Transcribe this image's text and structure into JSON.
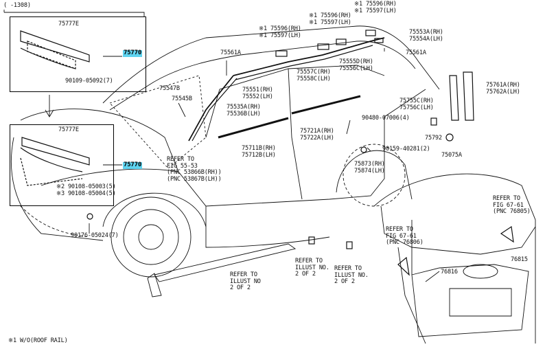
{
  "header": {
    "range": "( -1308)"
  },
  "footnote": "※1 W/O(ROOF RAIL)",
  "parts": {
    "p75777E_top": "75777E",
    "p75770_top": "75770",
    "p90109_05092": "90109-05092(7)",
    "p75777E_bot": "75777E",
    "p75770_bot": "75770",
    "p90108_05003": "※2 90108-05003(5)",
    "p90108_05004": "※3 90108-05004(5)",
    "p90176": "90176-05024(7)",
    "p75596_top": "※1 75596(RH)\n※1 75597(LH)",
    "p75596_mid": "※1 75596(RH)\n※1 75597(LH)",
    "p75596_left": "※1 75596(RH)\n※1 75597(LH)",
    "p75553A": "75553A(RH)\n75554A(LH)",
    "p75561A_left": "75561A",
    "p75561A_right": "75561A",
    "p75555D": "75555D(RH)\n75556C(LH)",
    "p75557C": "75557C(RH)\n75558C(LH)",
    "p75551": "75551(RH)\n75552(LH)",
    "p75547B": "75547B",
    "p75545B": "75545B",
    "p75535A": "75535A(RH)\n75536B(LH)",
    "p75761A": "75761A(RH)\n75762A(LH)",
    "p75755C": "75755C(RH)\n75756C(LH)",
    "p90480": "90480-07006(4)",
    "p75792": "75792",
    "p75721A": "75721A(RH)\n75722A(LH)",
    "p75711B": "75711B(RH)\n75712B(LH)",
    "p90159": "90159-40281(2)",
    "p75075A": "75075A",
    "p75873": "75873(RH)\n75874(LH)",
    "p76816": "76816",
    "p76815": "76815"
  },
  "refs": {
    "fig55": "REFER TO\nFIG 55-53\n(PNC 53866B(RH))\n(PNC 53867B(LH))",
    "fig67a": "REFER TO\nFIG 67-61\n(PNC 76806)",
    "fig67b": "REFER TO\nFIG 67-61\n(PNC 76805)",
    "illust1": "REFER TO\nILLUST NO\n2 OF 2",
    "illust2": "REFER TO\nILLUST NO.\n2 OF 2",
    "illust3": "REFER TO\nILLUST NO.\n2 OF 2"
  },
  "colors": {
    "highlight": "#5fd3ef",
    "line": "#111111"
  }
}
